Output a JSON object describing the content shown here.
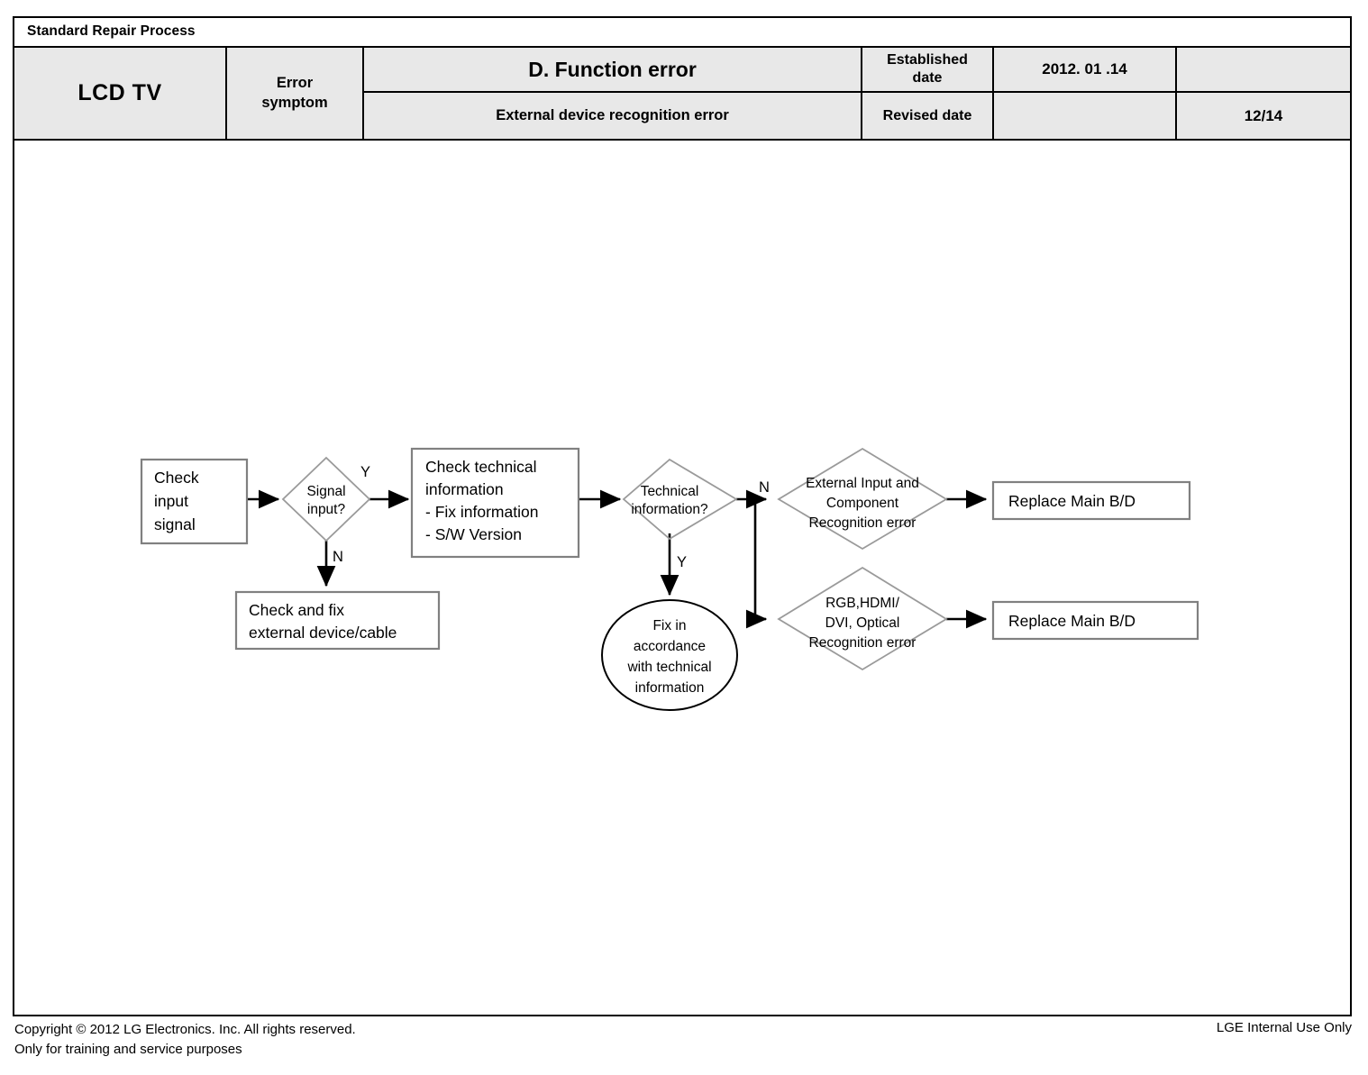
{
  "document": {
    "title_strip": "Standard Repair Process",
    "header": {
      "product": "LCD  TV",
      "symptom_label": "Error symptom",
      "main_title": "D. Function error",
      "sub_title": "External device recognition error",
      "established_label": "Established date",
      "revised_label": "Revised date",
      "established_date": "2012. 01 .14",
      "revised_date": "",
      "blank_cell": "",
      "page_number": "12/14"
    }
  },
  "flowchart": {
    "nodes": {
      "check_input_signal": {
        "shape": "box",
        "lines": [
          "Check",
          "input",
          "signal"
        ]
      },
      "signal_input_decision": {
        "shape": "diamond",
        "lines": [
          "Signal",
          "input?"
        ]
      },
      "check_and_fix_external": {
        "shape": "box",
        "lines": [
          "Check and fix",
          "external device/cable"
        ]
      },
      "check_technical_information": {
        "shape": "box",
        "lines": [
          "Check technical",
          "information",
          "- Fix information",
          "- S/W Version"
        ]
      },
      "technical_information_decision": {
        "shape": "diamond",
        "lines": [
          "Technical",
          "information?"
        ]
      },
      "fix_in_accordance": {
        "shape": "ellipse",
        "lines": [
          "Fix in",
          "accordance",
          "with technical",
          "information"
        ]
      },
      "external_input_component_error": {
        "shape": "diamond",
        "lines": [
          "External Input and",
          "Component",
          "Recognition error"
        ]
      },
      "rgb_hdmi_dvi_optical_error": {
        "shape": "diamond",
        "lines": [
          "RGB,HDMI/",
          "DVI, Optical",
          "Recognition error"
        ]
      },
      "replace_main_bd_top": {
        "shape": "box",
        "lines": [
          "Replace Main B/D"
        ]
      },
      "replace_main_bd_bottom": {
        "shape": "box",
        "lines": [
          "Replace Main B/D"
        ]
      }
    },
    "branch_labels": {
      "signal_yes": "Y",
      "signal_no": "N",
      "technical_no": "N",
      "technical_yes": "Y"
    }
  },
  "footer": {
    "copyright": "Copyright © 2012 LG Electronics. Inc. All rights reserved.\nOnly for training and service purposes",
    "confidentiality": "LGE Internal Use Only"
  },
  "colors": {
    "header_fill": "#e8e8e8",
    "box_border": "#808080",
    "diamond_border": "#9a9a9a",
    "connector": "#000000"
  }
}
